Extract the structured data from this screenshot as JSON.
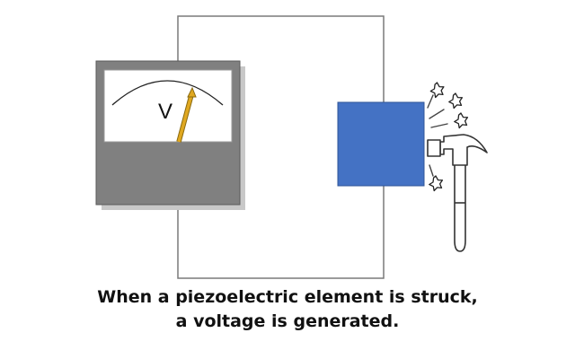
{
  "meter": {
    "unit_symbol": "V"
  },
  "caption": {
    "line1": "When a piezoelectric element is struck,",
    "line2": "a voltage is generated."
  },
  "colors": {
    "wire": "#7a7a7a",
    "meter_case": "#808080",
    "meter_face": "#ffffff",
    "needle": "#d9a520",
    "piezo_element": "#4472c4",
    "hammer_outline": "#333333",
    "text": "#111111"
  },
  "icons": {
    "meter": "voltmeter-icon",
    "hammer": "hammer-icon",
    "impact": "impact-star-icon"
  }
}
